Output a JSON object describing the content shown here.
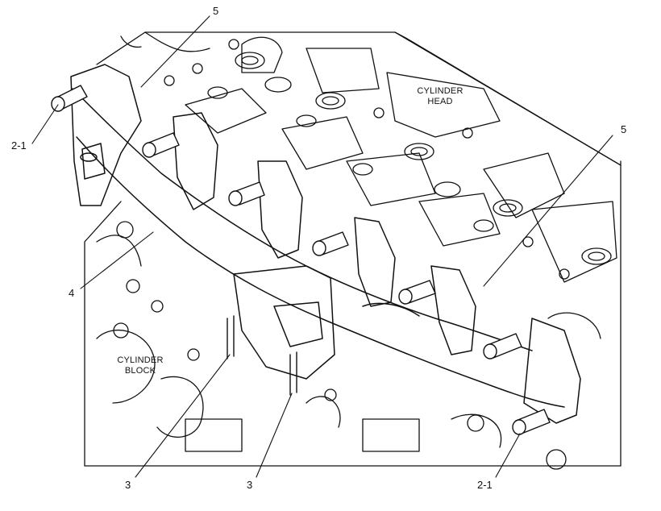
{
  "figure": {
    "callouts": [
      {
        "id": "c-5-top",
        "text": "5"
      },
      {
        "id": "c-2-1-left",
        "text": "2-1"
      },
      {
        "id": "c-5-right",
        "text": "5"
      },
      {
        "id": "c-4",
        "text": "4"
      },
      {
        "id": "c-3-left",
        "text": "3"
      },
      {
        "id": "c-3-mid",
        "text": "3"
      },
      {
        "id": "c-2-1-bottom",
        "text": "2-1"
      }
    ],
    "labels": {
      "cylinder_head": [
        "CYLINDER",
        "HEAD"
      ],
      "cylinder_block": [
        "CYLINDER",
        "BLOCK"
      ]
    }
  }
}
